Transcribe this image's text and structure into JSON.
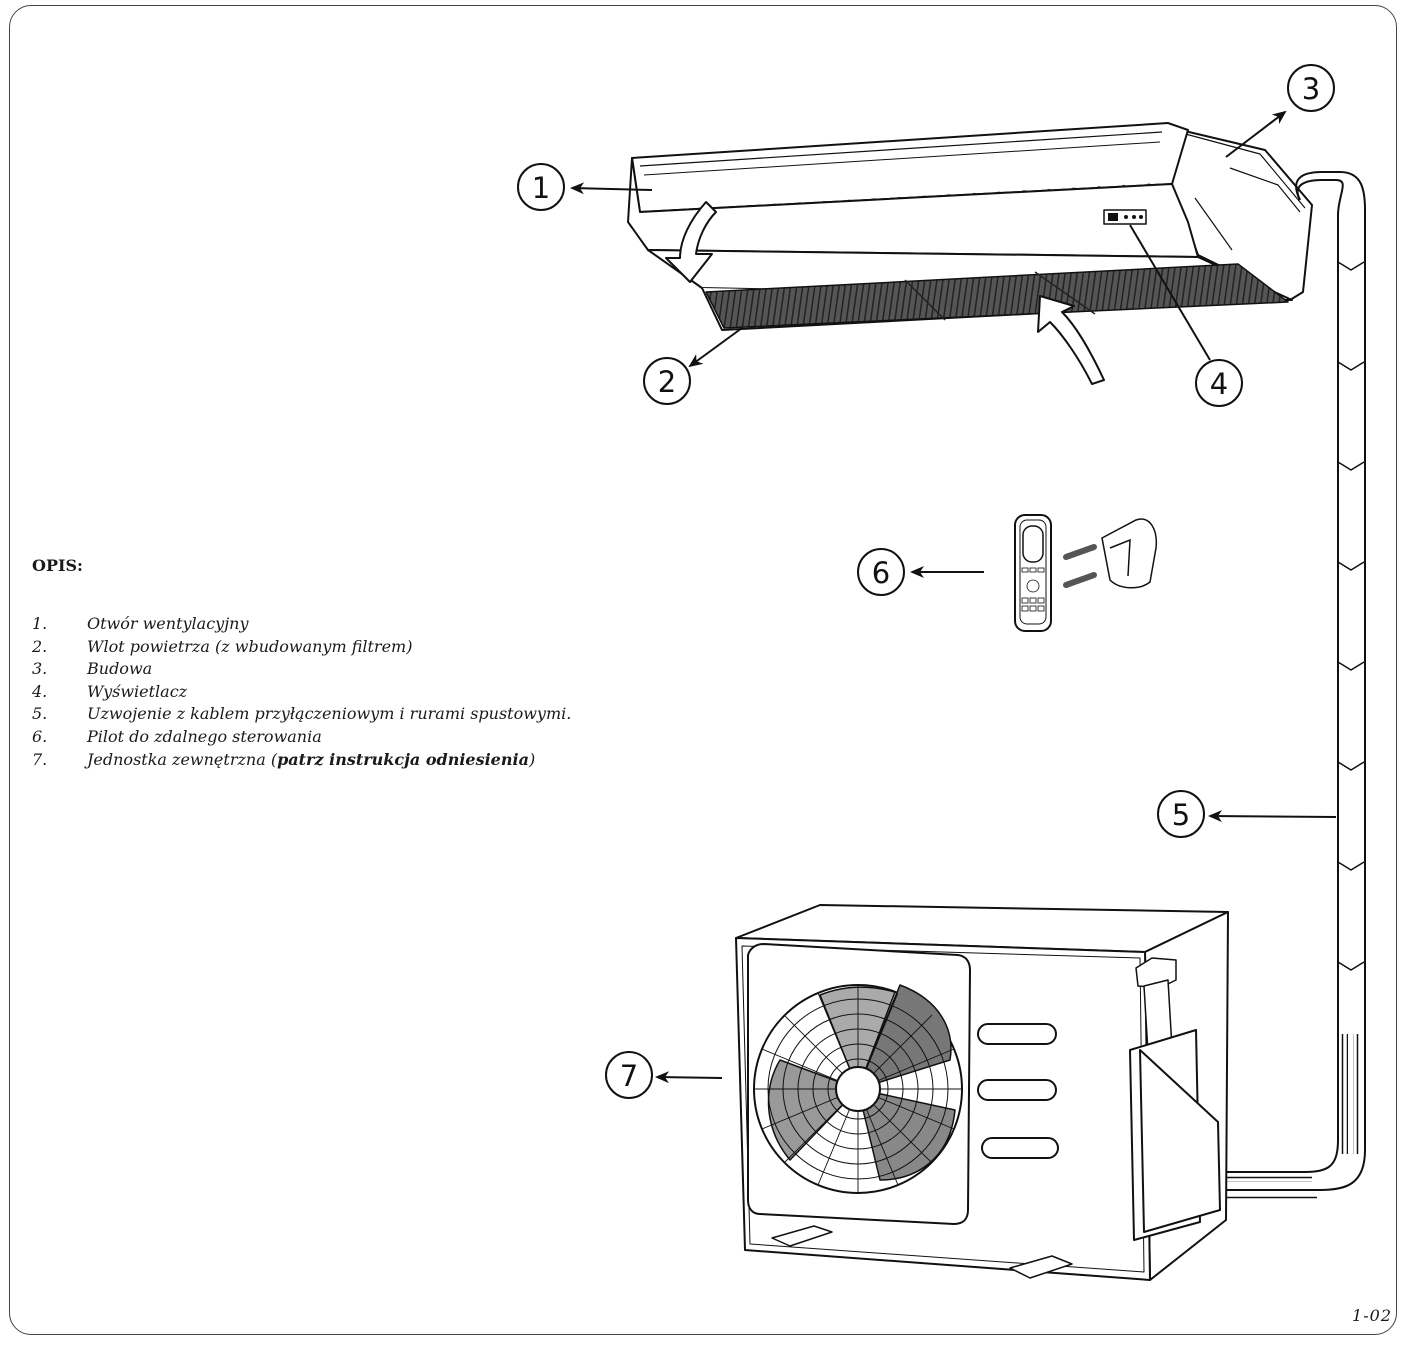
{
  "legend": {
    "heading": "OPIS:",
    "items": [
      {
        "number": "1.",
        "text": "Otwór wentylacyjny"
      },
      {
        "number": "2.",
        "text": "Wlot powietrza (z wbudowanym filtrem)"
      },
      {
        "number": "3.",
        "text": "Budowa"
      },
      {
        "number": "4.",
        "text": "Wyświetlacz"
      },
      {
        "number": "5.",
        "text": "Uzwojenie z kablem przyłączeniowym i rurami spustowymi."
      },
      {
        "number": "6.",
        "text": "Pilot do zdalnego sterowania"
      },
      {
        "number": "7.",
        "text": "Jednostka zewnętrzna (",
        "bold": "patrz instrukcja odniesienia",
        "tail": ")"
      }
    ]
  },
  "callouts": [
    "1",
    "2",
    "3",
    "4",
    "5",
    "6",
    "7"
  ],
  "figure_number": "1-02"
}
